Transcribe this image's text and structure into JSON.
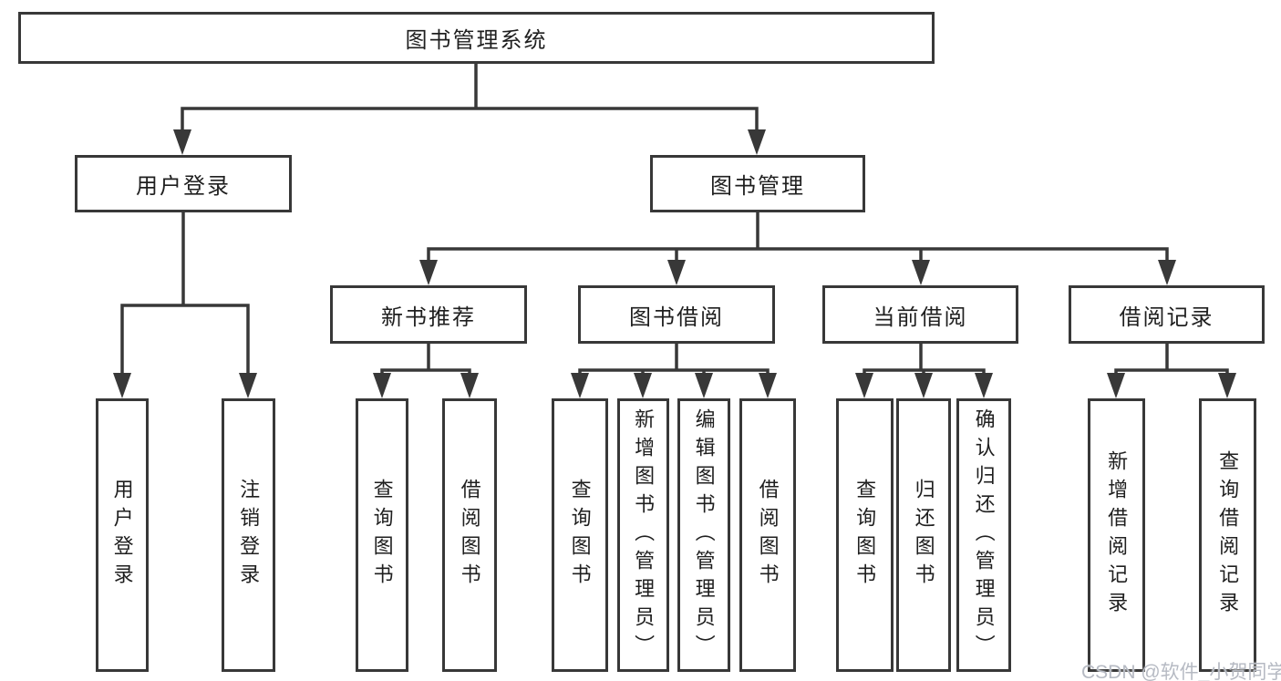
{
  "colors": {
    "line": "#383838",
    "box_border": "#383838",
    "box_background": "#ffffff",
    "text": "#1f1f1f",
    "page_background": "#ffffff",
    "watermark": "#b6bac3"
  },
  "tree": {
    "label": "图书管理系统",
    "children": [
      {
        "label": "用户登录",
        "children": [
          {
            "label": "用户登录"
          },
          {
            "label": "注销登录"
          }
        ]
      },
      {
        "label": "图书管理",
        "children": [
          {
            "label": "新书推荐",
            "children": [
              {
                "label": "查询图书"
              },
              {
                "label": "借阅图书"
              }
            ]
          },
          {
            "label": "图书借阅",
            "children": [
              {
                "label": "查询图书"
              },
              {
                "label": "新增图书（管理员）"
              },
              {
                "label": "编辑图书（管理员）"
              },
              {
                "label": "借阅图书"
              }
            ]
          },
          {
            "label": "当前借阅",
            "children": [
              {
                "label": "查询图书"
              },
              {
                "label": "归还图书"
              },
              {
                "label": "确认归还（管理员）"
              }
            ]
          },
          {
            "label": "借阅记录",
            "children": [
              {
                "label": "新增借阅记录"
              },
              {
                "label": "查询借阅记录"
              }
            ]
          }
        ]
      }
    ]
  },
  "watermark": {
    "text": "CSDN @软件_小贺同学"
  }
}
